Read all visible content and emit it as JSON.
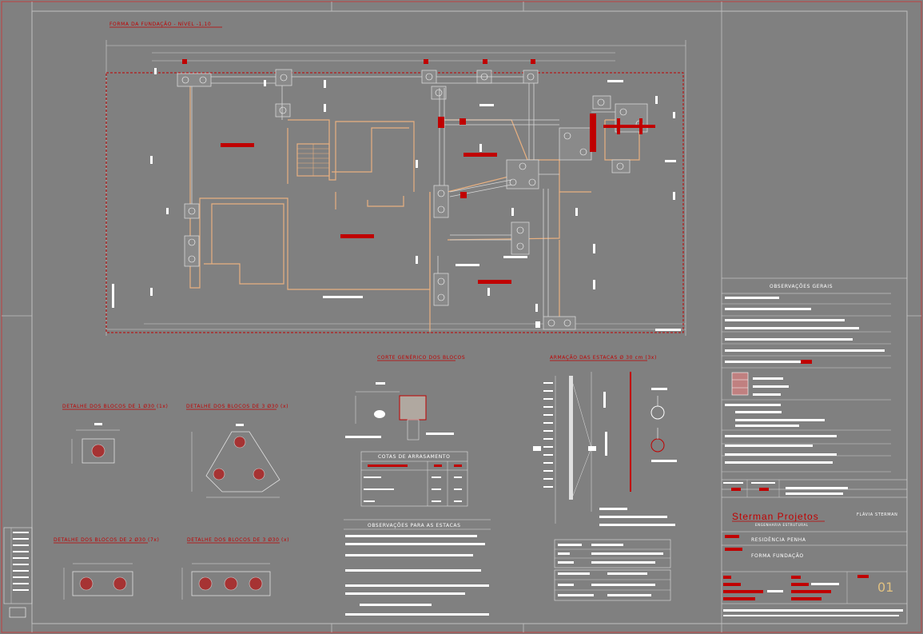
{
  "drawing": {
    "plan_title": "FORMA DA FUNDAÇÃO - NÍVEL -1,10",
    "sections": {
      "corte": "CORTE GENÉRICO DOS BLOCOS",
      "armacao": "ARMAÇÃO DAS ESTACAS Ø 30 cm (3x)",
      "det1": "DETALHE DOS BLOCOS DE 1 Ø30 (1x)",
      "det3a": "DETALHE DOS BLOCOS DE 3 Ø30 (x)",
      "det2": "DETALHE DOS BLOCOS DE 2 Ø30 (7x)",
      "det3b": "DETALHE DOS BLOCOS DE 3 Ø30 (x)",
      "cotas": "COTAS DE ARRASAMENTO",
      "obs_estacas": "OBSERVAÇÕES PARA AS ESTACAS"
    }
  },
  "titleblock": {
    "obs_gerais": "OBSERVAÇÕES GERAIS",
    "company": "Sterman Projetos",
    "company_sub": "ENGENHARIA ESTRUTURAL",
    "engineer": "FLÁVIA STERMAN",
    "project": "RESIDÊNCIA PENHA",
    "sheet_title": "FORMA FUNDAÇÃO",
    "sheet_number": "01"
  },
  "colors": {
    "background": "#808080",
    "red": "#c00000",
    "wall": "#e8b080",
    "white": "#ffffff"
  }
}
